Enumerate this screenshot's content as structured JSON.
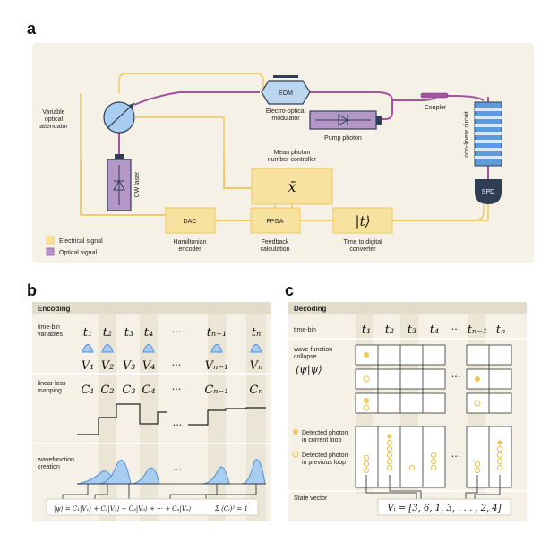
{
  "panel_a": {
    "label": "a",
    "components": {
      "eom": "EOM",
      "eom_caption_1": "Electro-optical",
      "eom_caption_2": "modulator",
      "coupler": "Coupler",
      "voa_1": "Variable",
      "voa_2": "optical",
      "voa_3": "attenuator",
      "pump": "Pump photon",
      "nonlinear": "non-linear circuit",
      "spd": "SPD",
      "cw_laser": "CW laser",
      "mean_photon_1": "Mean photon",
      "mean_photon_2": "number controller",
      "x_bar": "x̄",
      "dac": "DAC",
      "fpga": "FPGA",
      "t_ket": "|t⟩",
      "hamiltonian": "Hamiltonian",
      "encoder": "encoder",
      "feedback": "Feedback",
      "calculation": "calculation",
      "tdc_1": "Time to digital",
      "tdc_2": "converter"
    },
    "legend": {
      "electrical": "Electrical signal",
      "optical": "Optical signal",
      "electrical_color": "#f0c65a",
      "optical_color": "#a2559e"
    }
  },
  "panel_b": {
    "label": "b",
    "header": "Encoding",
    "row_timebin": "time-bin",
    "row_timebin_2": "variables",
    "row_loss_1": "linear loss",
    "row_loss_2": "mapping",
    "row_wave_1": "wavefunction",
    "row_wave_2": "creation",
    "t_labels": [
      "t₁",
      "t₂",
      "t₃",
      "t₄",
      "···",
      "tₙ₋₁",
      "tₙ"
    ],
    "v_labels": [
      "V₁",
      "V₂",
      "V₃",
      "V₄",
      "···",
      "Vₙ₋₁",
      "Vₙ"
    ],
    "c_labels": [
      "C₁",
      "C₂",
      "C₃",
      "C₄",
      "···",
      "Cₙ₋₁",
      "Cₙ"
    ],
    "equation": "|ψ⟩ = C₁|V₁⟩ + C₂|V₂⟩ + C₃|V₃⟩ + ··· + Cₙ|Vₙ⟩",
    "norm": "Σ (Cᵢ)² = 1"
  },
  "panel_c": {
    "label": "c",
    "header": "Decoding",
    "row_timebin": "time-bin",
    "row_collapse_1": "wave-function",
    "row_collapse_2": "collapse",
    "braket": "⟨ψ|ψ⟩",
    "t_labels": [
      "t₁",
      "t₂",
      "t₃",
      "t₄",
      "···",
      "tₙ₋₁",
      "tₙ"
    ],
    "legend_current_1": "Detected photon",
    "legend_current_2": "in current loop",
    "legend_previous_1": "Detected photon",
    "legend_previous_2": "in previous loop",
    "state_vector": "State vector",
    "vi_eq": "Vᵢ = [3, 6, 1, 3, . . . , 2, 4]"
  },
  "colors": {
    "panel_bg": "#f5f1e6",
    "header_bg": "#e3dccb",
    "yellow_box": "#f7e2a0",
    "yellow_line": "#f0c65a",
    "purple": "#a2559e",
    "blue": "#4f8fd9",
    "navy": "#2f3e55"
  }
}
